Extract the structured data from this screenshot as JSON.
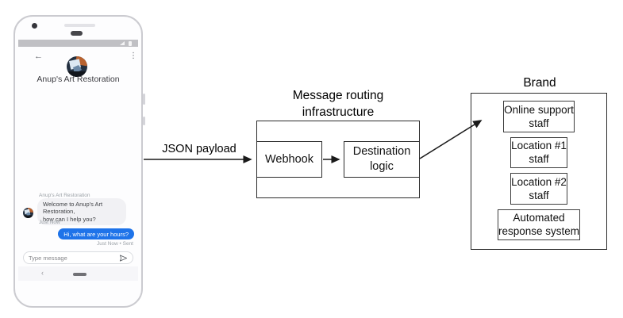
{
  "phone": {
    "chat": {
      "title": "Anup's Art Restoration",
      "sender_label": "Anup's Art Restoration",
      "incoming_message": "Welcome to Anup's Art Restoration,\nhow can I help you?",
      "incoming_timestamp": "Just Now",
      "outgoing_message": "Hi, what are your hours?",
      "outgoing_status": "Just Now • Sent",
      "input_placeholder": "Type message"
    }
  },
  "diagram": {
    "json_payload_label": "JSON payload",
    "routing": {
      "title": "Message routing\ninfrastructure",
      "webhook": "Webhook",
      "destination": "Destination\nlogic"
    },
    "brand": {
      "title": "Brand",
      "items": [
        "Online support\nstaff",
        "Location #1\nstaff",
        "Location #2\nstaff",
        "Automated\nresponse system"
      ]
    }
  },
  "icons": {
    "back_arrow": "←",
    "more_options": "⋮",
    "nav_back": "‹",
    "send": "send-icon"
  },
  "colors": {
    "outgoing_bubble": "#1e73e9",
    "incoming_bubble": "#f1f1f4",
    "status_bar": "#c0c0c4",
    "diagram_line": "#1a1a1a"
  }
}
